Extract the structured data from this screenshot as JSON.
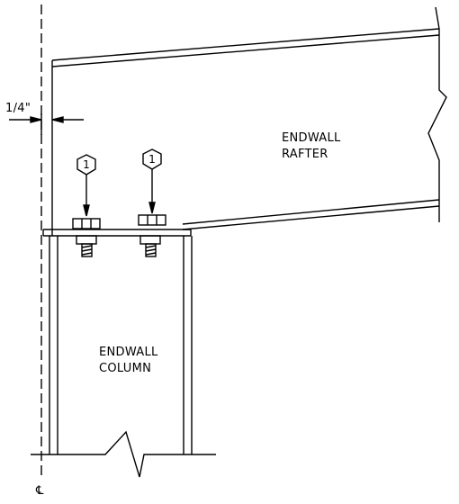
{
  "labels": {
    "rafter_line1": "ENDWALL",
    "rafter_line2": "RAFTER",
    "column_line1": "ENDWALL",
    "column_line2": "COLUMN",
    "offset_dim": "1/4\"",
    "tag_left": "1",
    "tag_right": "1",
    "centerline_symbol": "℄"
  },
  "colors": {
    "line": "#000000",
    "background": "#ffffff"
  }
}
